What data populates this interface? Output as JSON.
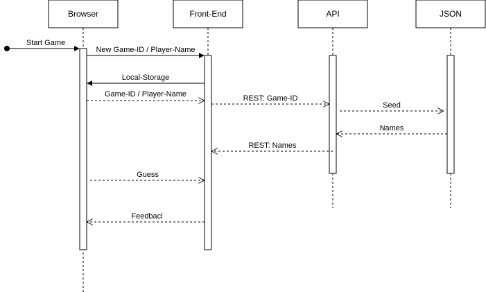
{
  "diagram": {
    "type": "sequence",
    "colors": {
      "line": "#000000",
      "fill": "#ffffff"
    },
    "participants": [
      "Browser",
      "Front-End",
      "API",
      "JSON"
    ],
    "messages": [
      {
        "label": "Start Game",
        "style": "solid",
        "from": "start",
        "to": "Browser"
      },
      {
        "label": "New Game-ID / Player-Name",
        "style": "solid",
        "from": "Browser",
        "to": "Front-End"
      },
      {
        "label": "Local-Storage",
        "style": "solid",
        "from": "Front-End",
        "to": "Browser"
      },
      {
        "label": "Game-ID / Player-Name",
        "style": "dashed",
        "from": "Browser",
        "to": "Front-End"
      },
      {
        "label": "REST: Game-ID",
        "style": "dashed",
        "from": "Front-End",
        "to": "API"
      },
      {
        "label": "Seed",
        "style": "dashed",
        "from": "API",
        "to": "JSON"
      },
      {
        "label": "Names",
        "style": "dashed",
        "from": "JSON",
        "to": "API"
      },
      {
        "label": "REST: Names",
        "style": "dashed",
        "from": "API",
        "to": "Front-End"
      },
      {
        "label": "Guess",
        "style": "dashed",
        "from": "Browser",
        "to": "Front-End"
      },
      {
        "label": "Feedbacl",
        "style": "dashed",
        "from": "Front-End",
        "to": "Browser"
      }
    ]
  }
}
